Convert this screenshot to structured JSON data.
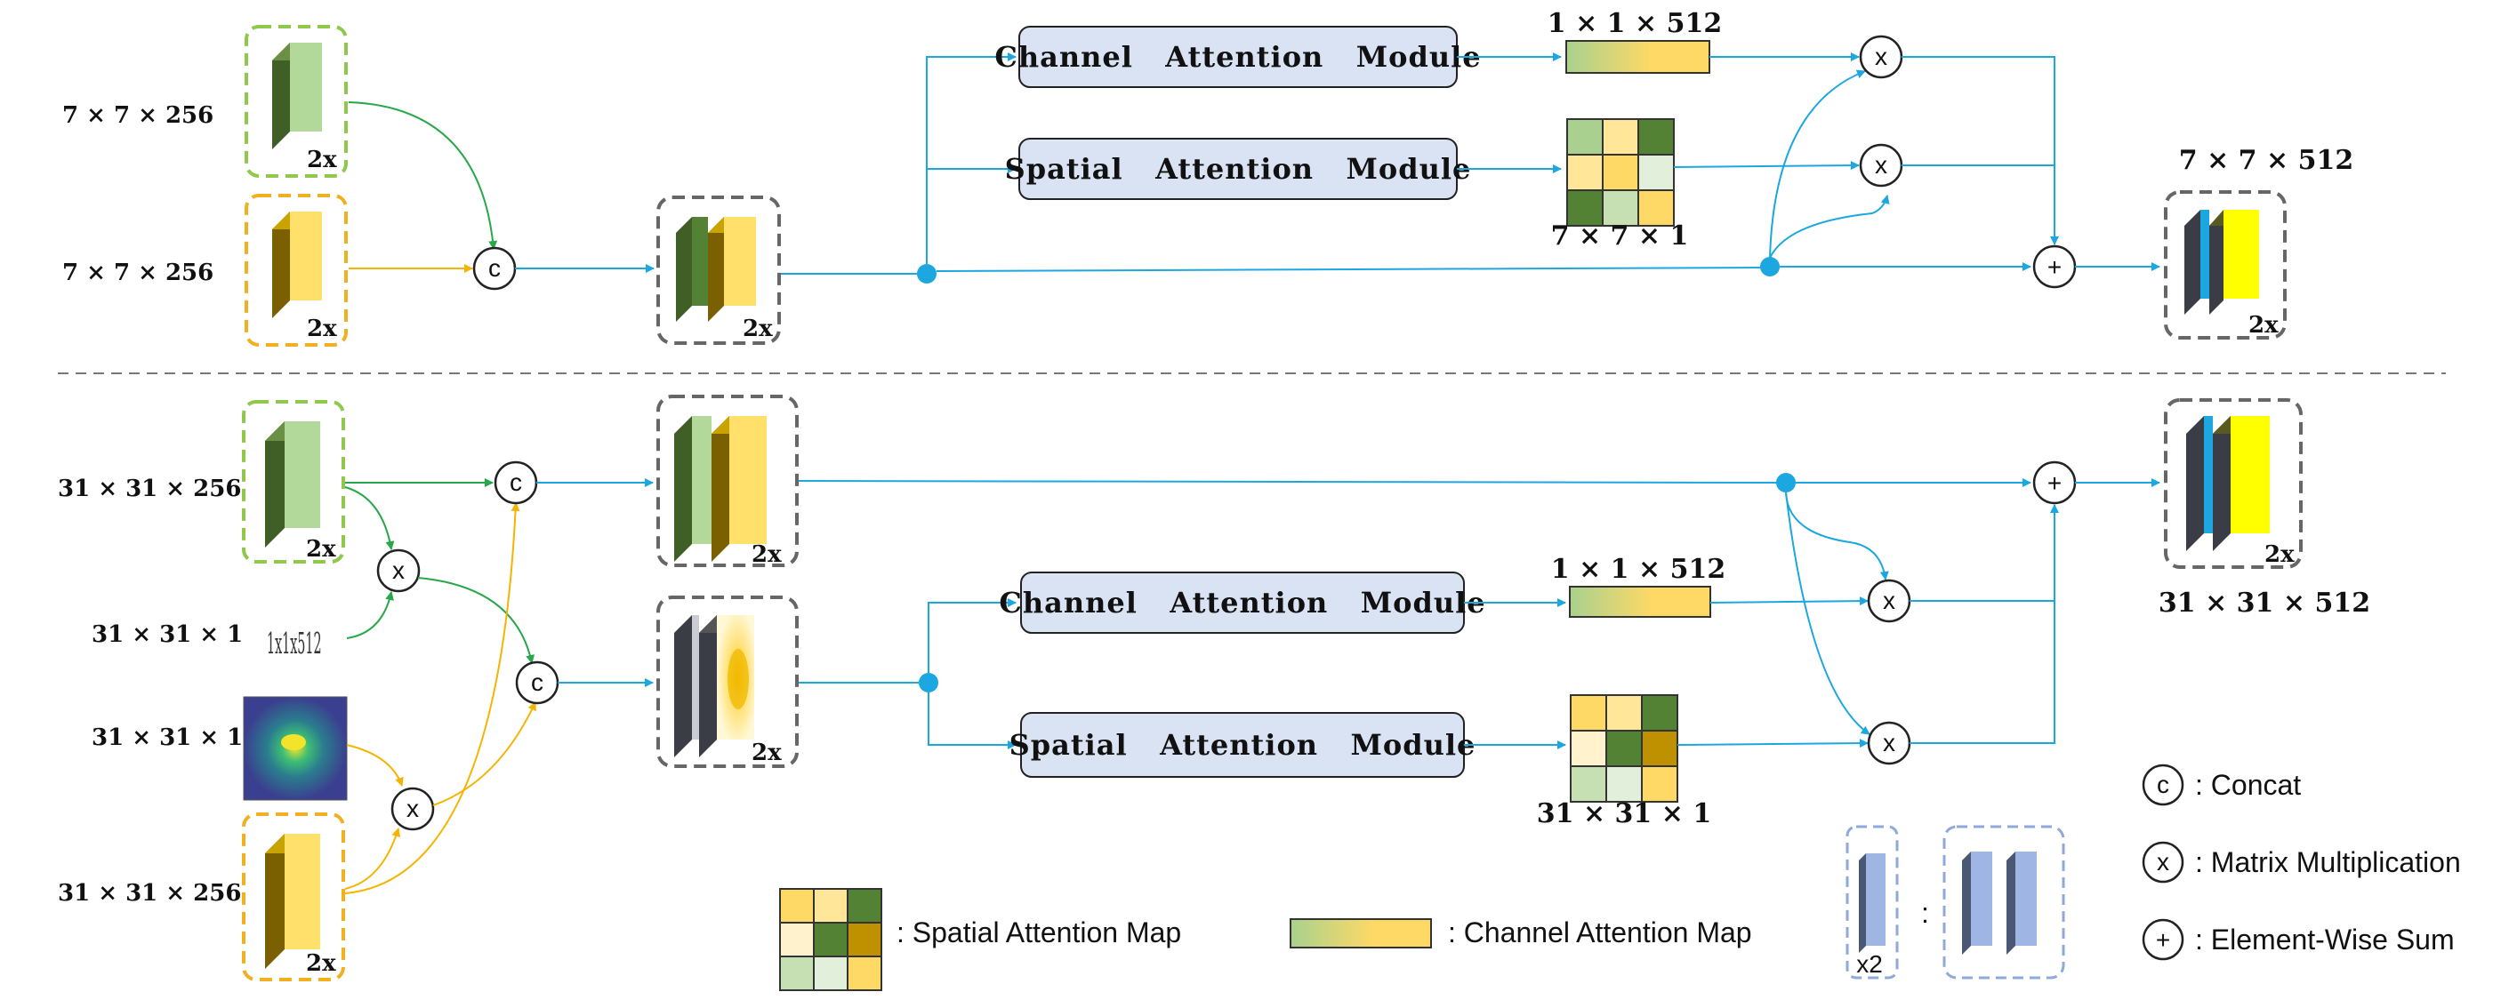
{
  "top": {
    "input1_label": "7 × 7 × 256",
    "input2_label": "7 × 7 × 256",
    "channel_module": "Channel   Attention   Module",
    "spatial_module": "Spatial   Attention   Module",
    "channel_map_label": "1 × 1 × 512",
    "spatial_map_label": "7 × 7 × 1",
    "output_label": "7 × 7 × 512"
  },
  "bottom": {
    "input1_label": "31 × 31 × 256",
    "mask_label": "31 × 31 × 1",
    "heatmap_label": "31 × 31 × 1",
    "input2_label": "31 × 31 × 256",
    "vector_text": "1x1x512",
    "channel_module": "Channel   Attention   Module",
    "spatial_module": "Spatial   Attention   Module",
    "channel_map_label": "1 × 1 × 512",
    "spatial_map_label": "31 × 31 × 1",
    "output_label": "31 × 31 × 512"
  },
  "ops": {
    "concat": "c",
    "matmul": "x",
    "sum": "+"
  },
  "multiplier": "2x",
  "legend": {
    "spatial_map": ": Spatial Attention Map",
    "channel_map": ": Channel Attention Map",
    "colon": ":",
    "x2": "x2",
    "concat": ": Concat",
    "matmul": ": Matrix Multiplication",
    "sum": ": Element-Wise Sum"
  },
  "colors": {
    "green_feature": "#b2d89a",
    "green_dark": "#3f5f26",
    "yellow_feature": "#ffe06a",
    "yellow_dark": "#7a6000",
    "blue_line": "#1ca7e0",
    "green_line": "#28a84a",
    "yellow_line": "#f5b400",
    "module_fill": "#dae3f3",
    "green_box_border": "#8fc84a",
    "yellow_box_border": "#f0b020",
    "gray_box_border": "#666666",
    "legend_box_border": "#8fa9d9"
  },
  "spatial_map_top": [
    "#a9d08e",
    "#ffe699",
    "#548235",
    "#ffe699",
    "#ffd966",
    "#e2efda",
    "#548235",
    "#c6e0b4",
    "#ffd966"
  ],
  "spatial_map_bottom": [
    "#ffd966",
    "#ffe699",
    "#548235",
    "#fff2cc",
    "#548235",
    "#bf9000",
    "#c6e0b4",
    "#e2efda",
    "#ffd966"
  ],
  "spatial_map_legend": [
    "#ffd966",
    "#ffe699",
    "#548235",
    "#fff2cc",
    "#548235",
    "#bf9000",
    "#c6e0b4",
    "#e2efda",
    "#ffd966"
  ]
}
